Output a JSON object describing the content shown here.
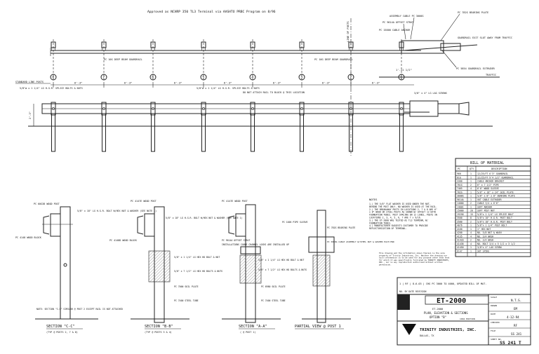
{
  "header": {
    "approval_note": "Approved as NCHRP 350 TL3 Terminal via AASHTO PRBC Program on 8/96",
    "centerline_label": "LINE OF POSTS"
  },
  "plan": {
    "labels": {
      "cable_anchor": "ASSEMBLY CABLE PC 3000G",
      "bearing_plate": "PC 782G BEARING PLATE",
      "offset_strut": "PC 9614A OFFSET STRUT",
      "cable_anchor2": "PC 15000 CABLE ANCHOR",
      "beam_guardrail": "PC 10G DEEP BEAM GUARDRAIL",
      "beam_guardrail2": "PC 10G DEEP BEAM GUARDRAIL",
      "flow_traffic": "GUARDRAIL EXIT SLOT AWAY FROM TRAFFIC",
      "extruder": "PC 5854 GUARDRAIL EXTRUDER",
      "traffic": "TRAFFIC"
    },
    "post_numbers": [
      "8",
      "7",
      "6",
      "5",
      "4",
      "3",
      "2",
      "1"
    ],
    "spacing": "6'-3\"",
    "end_dim": "1'-11 1/2\""
  },
  "elevation": {
    "labels": {
      "std_line_posts": "STANDARD LINE POSTS",
      "bolt_note": "5/8\"ø x 1 1/4\" LG H.G.R. SPLICE BOLTS & NUTS",
      "bolt_note2": "5/8\"ø x 1 1/4\" LG H.G.R. SPLICE BOLTS & NUTS",
      "no_bolt": "DO NOT ATTACH RAIL TO BLOCK @ THIS LOCATION",
      "lag_screws": "3/8\" x 4\" LG LAG SCREWS",
      "height": "2'-3\""
    }
  },
  "bill_of_material": {
    "title": "BILL OF MATERIAL",
    "headers": [
      "PC",
      "QTY",
      "DESCRIPTION"
    ],
    "rows": [
      [
        "960",
        "1",
        "12/25/FT 6'3\" GUARDRAIL"
      ],
      [
        "61G",
        "1",
        "12/25/FT 9'4 1/2\" GUARDRAIL"
      ],
      [
        "3300",
        "1",
        "CABLE ANCHOR BRACKET"
      ],
      [
        "701G",
        "2",
        "6\" x 7 1/2\" PIPE"
      ],
      [
        "7465",
        "4",
        "6'0\" WOOD SLEEVE"
      ],
      [
        "782G",
        "1",
        "5/8\" x 18\" x 24\" SOIL PLATE"
      ],
      [
        "3000G",
        "1",
        "5/8\" x 8\" x 8\" BEARING PLATE"
      ],
      [
        "9614A",
        "1",
        "SKT CABLE EXTRUDER"
      ],
      [
        "14000",
        "2",
        "CABLE 3/4 x 6'6\""
      ],
      [
        "14001",
        "1",
        "SOFT ANCHOR"
      ],
      [
        "15000",
        "20",
        "SOFT POST NUT"
      ],
      [
        "19258",
        "15",
        "5/8\"x 1 1/4\" LG SPLICE BOLT"
      ],
      [
        "3500",
        "8",
        "5/8\"x 10\" H.G.R. POST BOLT"
      ],
      [
        "3580",
        "2",
        "5/8\"x 18\" H.G.R. POST BOLT"
      ],
      [
        "4076",
        "1",
        "5/8\"x 1 1/4\" POST BOLT"
      ],
      [
        "4160",
        "1",
        "1\" HEX NUT"
      ],
      [
        "4200",
        "4",
        "NO. 5/8 NUT & WASH"
      ],
      [
        "4135",
        "4",
        "NO. 3/4 WASH"
      ],
      [
        "41420",
        "2",
        "NO. 3/4 WASH"
      ],
      [
        "41438",
        "4",
        "NO. BOLT 3/4 x 5 1/2 x 3 1/2"
      ],
      [
        "41450",
        "1",
        "3/8\"x 4\" LAG SCREW"
      ],
      [
        "6147",
        "1",
        "SKT SPIKE"
      ]
    ]
  },
  "notes": {
    "title": "NOTES",
    "items": [
      "1.) THE 5/8\" FLAT WASHER IS USED UNDER THE NUT, BEHIND THE POST ONLY. NO WASHER IS USED AT THE RAIL.",
      "2.) THE BREAKAWAY POSTS IN LOCATIONS 2, 7 & 8 ARE 6\" x 8\" WOOD OR STEEL POSTS AS SHOWN W/ OFFSET 12 WITH FOUNDATION TUBES. POST SPACING ON 12 LINES, POSTS IN LOCATIONS 2, 3, 4, 5, 6, 7 ARE 7 x 9/16.",
      "3.) THE ET-2000 WAS TESTED AS TL3 TERMINAL W/ FOUNDATION TUBES.",
      "4.) MANUFACTURER SUGGESTS CUSTOMER TO PROVIDE REFLECTORIZATION OF TERMINAL."
    ],
    "disclaimer": "This drawing and the information shown thereon is the sole property of Trinity Industries, Inc. Neither the drawing nor such information is to be used for any purpose other than that for which it was specifically furnished by TRINITY INDUSTRIES, INC., nor is any reproduction authorized without written permission."
  },
  "sections": {
    "cc": {
      "title": "SECTION \"C-C\"",
      "sub": "(TYP @ POSTS 2, 7 & 8)",
      "wood_post": "PC 60G38 WOOD POST",
      "block": "PC 4148 WOOD BLOCK",
      "note": "NOTE: SECTION \"C-C\" SIMILAR @ POST 2 EXCEPT RAIL IS NOT ATTACHED",
      "bolt": "5/8\" x 18\" LG H.G.R. BOLT W/HEX NUT & WASHER (SEE NOTE 1)"
    },
    "bb": {
      "title": "SECTION \"B-B\"",
      "sub": "(TYP @ POSTS 3 & 4)",
      "wood_post": "PC 4147E WOOD POST",
      "block": "PC 4148D WOOD BLOCK",
      "bolt": "5/8\" x 18\" LG H.G.R. BOLT W/HEX NUT & WASHER (SEE NOTE 1)",
      "bolt2": "5/8\" x 1 1/4\" LG HEX HD BOLT & NUT",
      "bolt3": "5/8\" x 7 1/2\" LG HEX HD BOLTS & NUTS",
      "soil": "PC 7000 SOIL PLATE",
      "tube": "PC 7400 STEEL TUBE"
    },
    "aa": {
      "title": "SECTION \"A-A\"",
      "sub": "( @ POST 1)",
      "wood_post": "PC 4147E WOOD POST",
      "strut": "PC 9614A OFFSET STRUT",
      "strut2": "PC 1005 PIPE SLEEVE",
      "cable": "PC 3000G CABLE ASSEMBLY W/STEEL NUT & WASHER EACH END",
      "bolt": "5/8\" x 1 1/4\" LG HEX HD BOLT & NUT",
      "bolt3": "5/8\" x 7 1/2\" LG HEX HD BOLTS & NUTS",
      "soil": "PC 6980 SOIL PLATE",
      "tube": "PC 7400 STEEL TUBE",
      "bearing": "PC 782G BEARING PLATE",
      "install": "INSTALLATIONS CABLE CHANNEL LOCKS ARE INSTALLED UP"
    },
    "partial": {
      "title": "PARTIAL VIEW @ POST 1"
    }
  },
  "title_block": {
    "revision": "1 | RF | 8-6-03 | CHG PC 3000 TO 4000, UPDATED BILL OF MAT.",
    "revision_headers": "NO. BY DATE REVISION",
    "drawing_no": "ET-2000",
    "subtitle": "ET-2000",
    "description_line1": "PLAN, ELEVATION & SECTIONS",
    "description_line2": "OPTION \"B\"",
    "edition": "1994 EDITION",
    "company": "TRINITY INDUSTRIES, INC.",
    "address": "DALLAS, TX",
    "scale_label": "SCALE",
    "scale": "N.T.S.",
    "date_label": "DATE",
    "date": "4-12-94",
    "drawn_label": "DRAWN",
    "drawn": "EM",
    "checked_label": "CHECKED",
    "checked": "RF",
    "file_label": "FILE",
    "file": "SS 241",
    "sheet": "SS 241 T",
    "sheet_label": "SHEET NO."
  }
}
